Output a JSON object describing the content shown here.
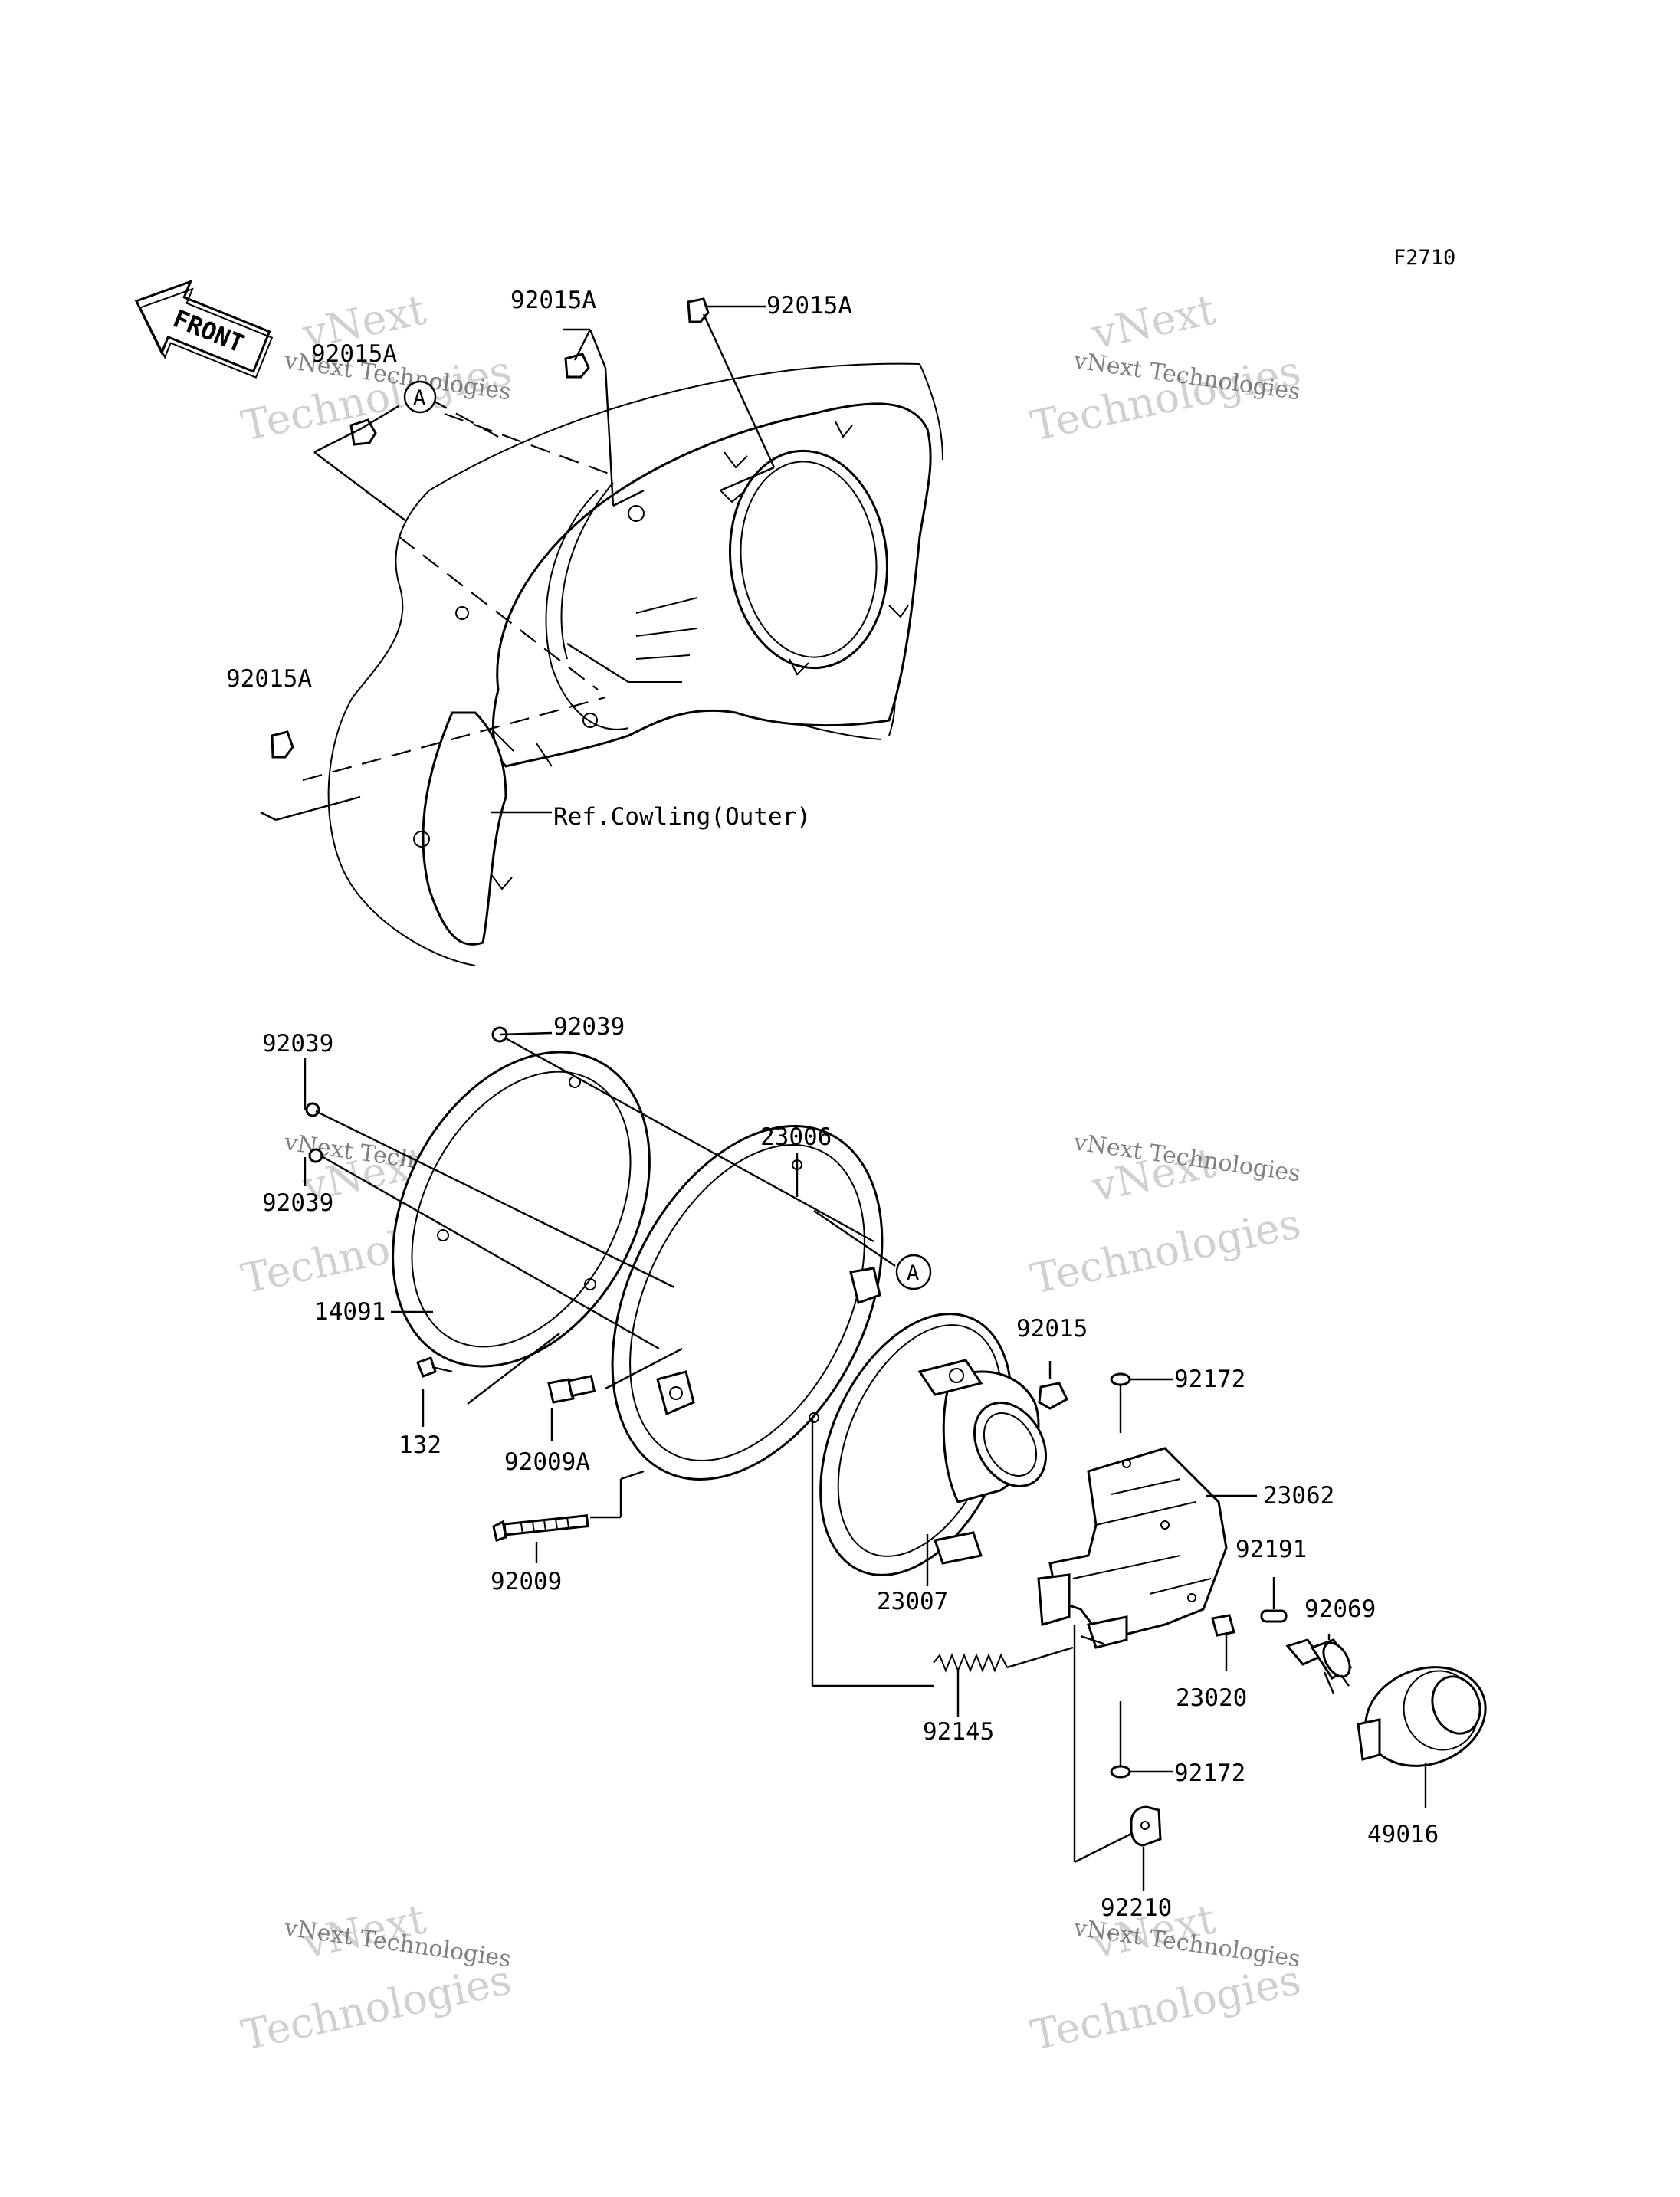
{
  "figure_code": "F2710",
  "front_arrow": {
    "label": "FRONT"
  },
  "reference_marker": "A",
  "watermark": {
    "line1": "vNext",
    "line2": "Technologies",
    "line3": "vNext Technologies"
  },
  "reference_note": "Ref.Cowling(Outer)",
  "parts": {
    "p92015A_left": "92015A",
    "p92015A_top_center": "92015A",
    "p92015A_top_right": "92015A",
    "p92015A_lower": "92015A",
    "p92039_top": "92039",
    "p92039_left_upper": "92039",
    "p92039_left_lower": "92039",
    "p23006": "23006",
    "p14091": "14091",
    "p132": "132",
    "p92009A": "92009A",
    "p92009": "92009",
    "p92015": "92015",
    "p92172_upper": "92172",
    "p23062": "23062",
    "p23007": "23007",
    "p92191": "92191",
    "p92069": "92069",
    "p23020": "23020",
    "p92145": "92145",
    "p92172_lower": "92172",
    "p49016": "49016",
    "p92210": "92210"
  }
}
